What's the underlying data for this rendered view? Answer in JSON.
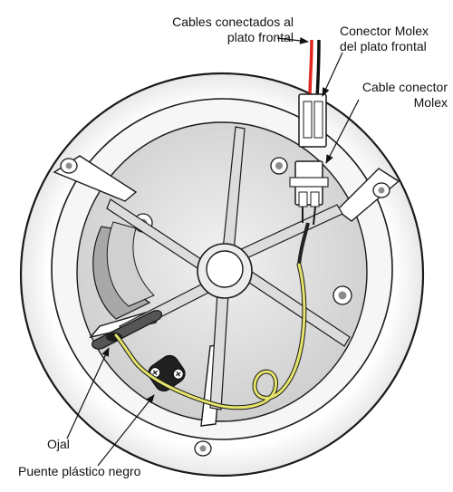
{
  "labels": {
    "cables_plate": [
      "Cables conectados al",
      "plato frontal"
    ],
    "molex_plate": [
      "Conector Molex",
      "del plato frontal"
    ],
    "molex_cable": [
      "Cable conector",
      "Molex"
    ],
    "grommet": "Ojal",
    "bridge": "Puente plástico negro"
  },
  "colors": {
    "outline": "#1a1a1a",
    "housing": "#ffffff",
    "inner_floor": "#e3e3e3",
    "shadow": "#9a9a9a",
    "wire_red": "#e0261e",
    "wire_black": "#111111",
    "wire_yellow": "#e4e36a",
    "blade": "#d6d6d6"
  }
}
